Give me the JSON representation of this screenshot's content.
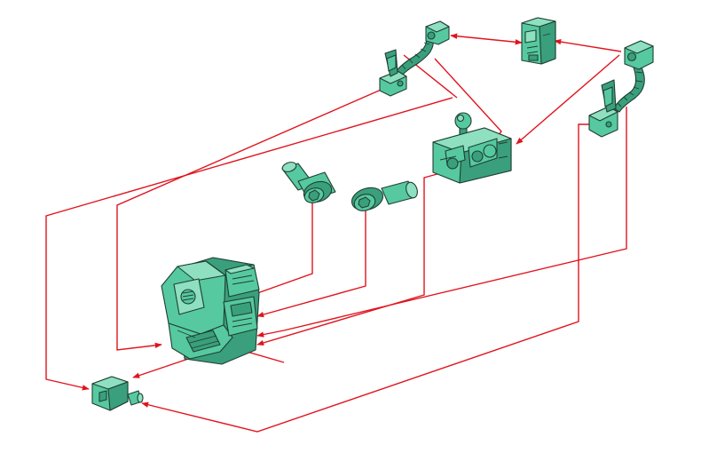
{
  "colors": {
    "part_fill": "#56c9a0",
    "part_shade": "#3a9f7c",
    "part_light": "#8ee0c0",
    "outline": "#1f3f33",
    "arrow": "#e0141e",
    "background": "#ffffff"
  },
  "parts": [
    "left-cable-harness",
    "right-cable-harness",
    "chest-block",
    "hub-joint",
    "left-shoulder-peg",
    "right-shoulder-peg",
    "torso-body",
    "waist-connector"
  ],
  "connections": [
    "left-cable-to-chest-block",
    "right-cable-to-chest-block",
    "right-cable-to-hub-joint",
    "left-cable-to-hub-joint",
    "hub-to-waist-connector",
    "left-peg-to-torso",
    "right-peg-to-torso",
    "hub-to-torso",
    "left-cable-to-torso",
    "right-cable-to-torso",
    "right-cable-to-waist-connector",
    "torso-to-waist-connector"
  ]
}
